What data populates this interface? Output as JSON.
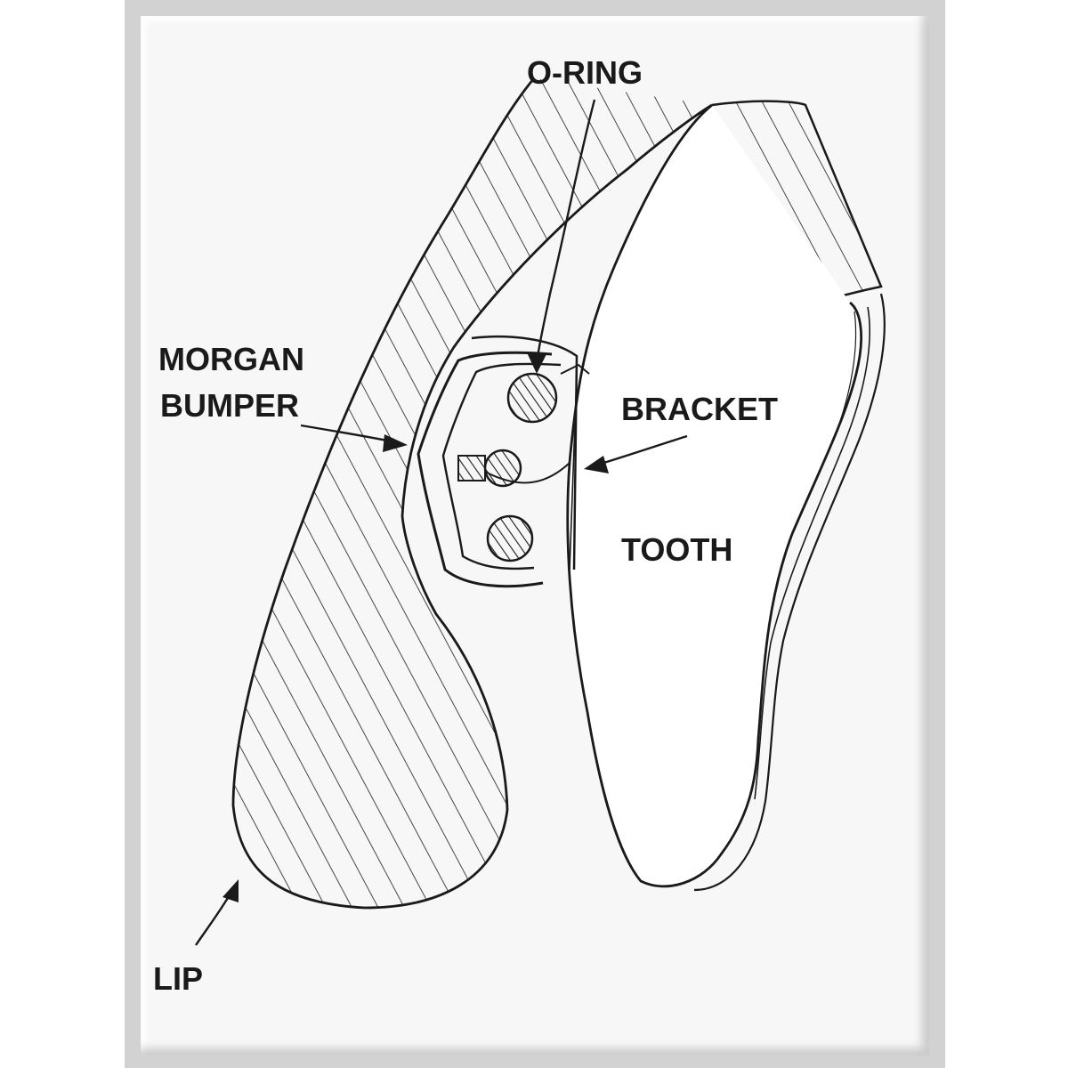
{
  "diagram": {
    "labels": {
      "o_ring": "O-RING",
      "morgan": "MORGAN",
      "bumper": "BUMPER",
      "bracket": "BRACKET",
      "tooth": "TOOTH",
      "lip": "LIP"
    },
    "colors": {
      "ink": "#1a1a1a",
      "paper": "#f7f7f7",
      "frame": "#d2d2d2"
    }
  }
}
